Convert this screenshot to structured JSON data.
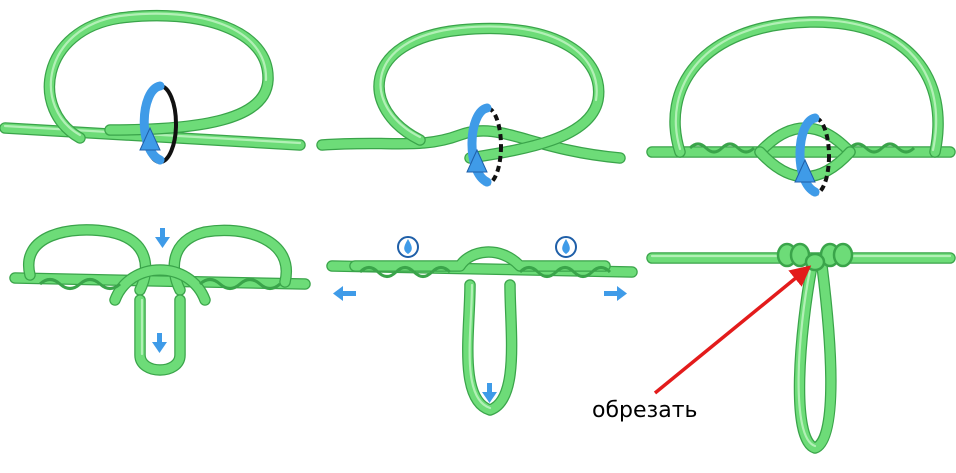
{
  "diagram": {
    "cut_label": "обрезать",
    "colors": {
      "line": "#6ddc78",
      "line_edge": "#3aa44a",
      "line_highlight": "#b9f2bd",
      "arrow_blue": "#3f9be8",
      "arrow_blue_dark": "#1f5fa8",
      "ring": "#111111",
      "pointer_red": "#e31b1b"
    },
    "steps": [
      {
        "name": "step-1",
        "icons": [
          "rotate-arrow-icon"
        ]
      },
      {
        "name": "step-2",
        "icons": [
          "rotate-arrow-icon"
        ]
      },
      {
        "name": "step-3",
        "icons": [
          "rotate-arrow-icon"
        ]
      },
      {
        "name": "step-4",
        "icons": [
          "down-arrow-icon",
          "down-arrow-icon"
        ]
      },
      {
        "name": "step-5",
        "icons": [
          "drop-icon",
          "drop-icon",
          "left-arrow-icon",
          "right-arrow-icon",
          "down-arrow-icon"
        ]
      },
      {
        "name": "step-6",
        "icons": [
          "red-pointer-arrow-icon"
        ]
      }
    ]
  }
}
